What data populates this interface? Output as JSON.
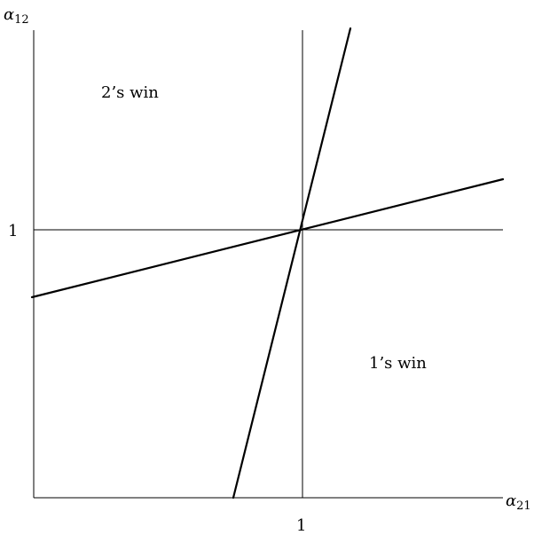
{
  "axes": {
    "x_label": "α",
    "x_label_sub": "21",
    "y_label": "α",
    "y_label_sub": "12",
    "x_tick": "1",
    "y_tick": "1"
  },
  "regions": {
    "upper_left": "2’s win",
    "lower_right": "1’s win"
  },
  "colors": {
    "line": "#000000",
    "background": "#ffffff"
  }
}
